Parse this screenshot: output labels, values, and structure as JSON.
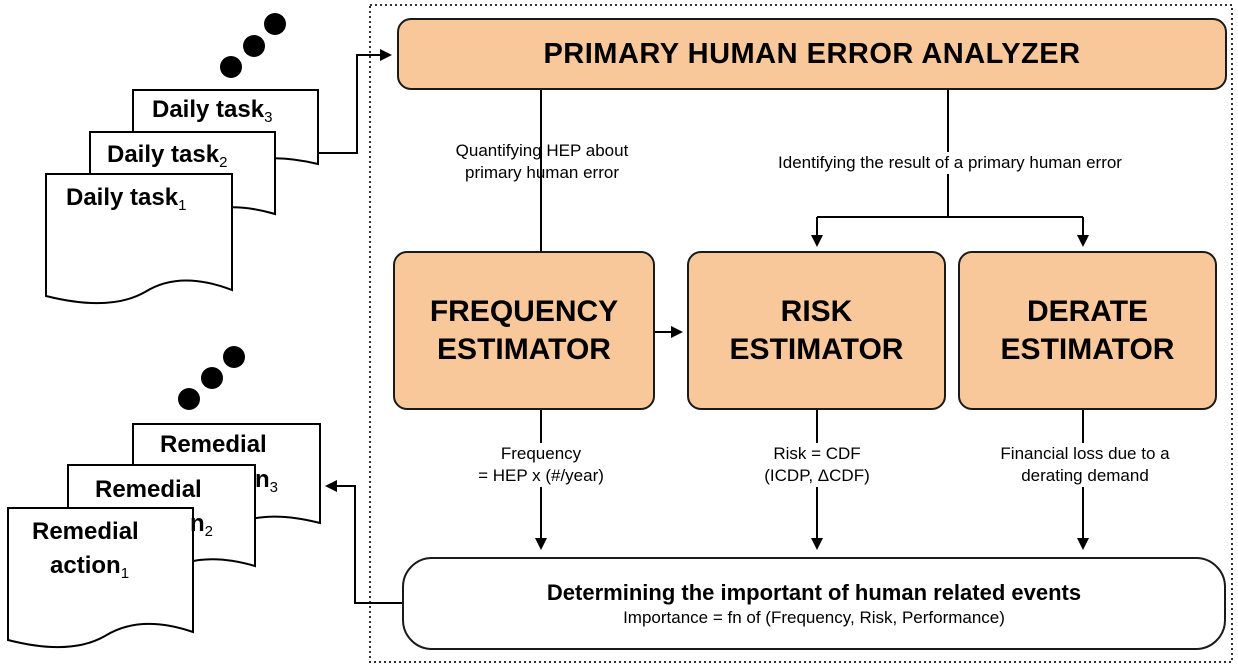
{
  "analyzer": {
    "title": "PRIMARY HUMAN ERROR ANALYZER"
  },
  "edges": {
    "quantifying_line1": "Quantifying HEP about",
    "quantifying_line2": "primary human error",
    "identifying": "Identifying the result of a primary human error",
    "frequency_line1": "Frequency",
    "frequency_line2": "= HEP x (#/year)",
    "risk_line1": "Risk = CDF",
    "risk_line2": "(ICDP, ΔCDF)",
    "financial_line1": "Financial loss due to a",
    "financial_line2": "derating demand"
  },
  "estimators": {
    "frequency": {
      "line1": "FREQUENCY",
      "line2": "ESTIMATOR"
    },
    "risk": {
      "line1": "RISK",
      "line2": "ESTIMATOR"
    },
    "derate": {
      "line1": "DERATE",
      "line2": "ESTIMATOR"
    }
  },
  "importance": {
    "title": "Determining the important of human related events",
    "subtitle": "Importance = fn of (Frequency,  Risk, Performance)"
  },
  "daily_tasks": {
    "label": "Daily task",
    "subscripts": [
      "1",
      "2",
      "3"
    ]
  },
  "remedial_actions": {
    "line1": "Remedial",
    "line2": "action",
    "subscripts": [
      "1",
      "2",
      "3"
    ],
    "partial_3": "n",
    "partial_2": "n"
  },
  "colors": {
    "estimator_fill": "#f8c89b",
    "stroke": "#1a1a1a"
  }
}
